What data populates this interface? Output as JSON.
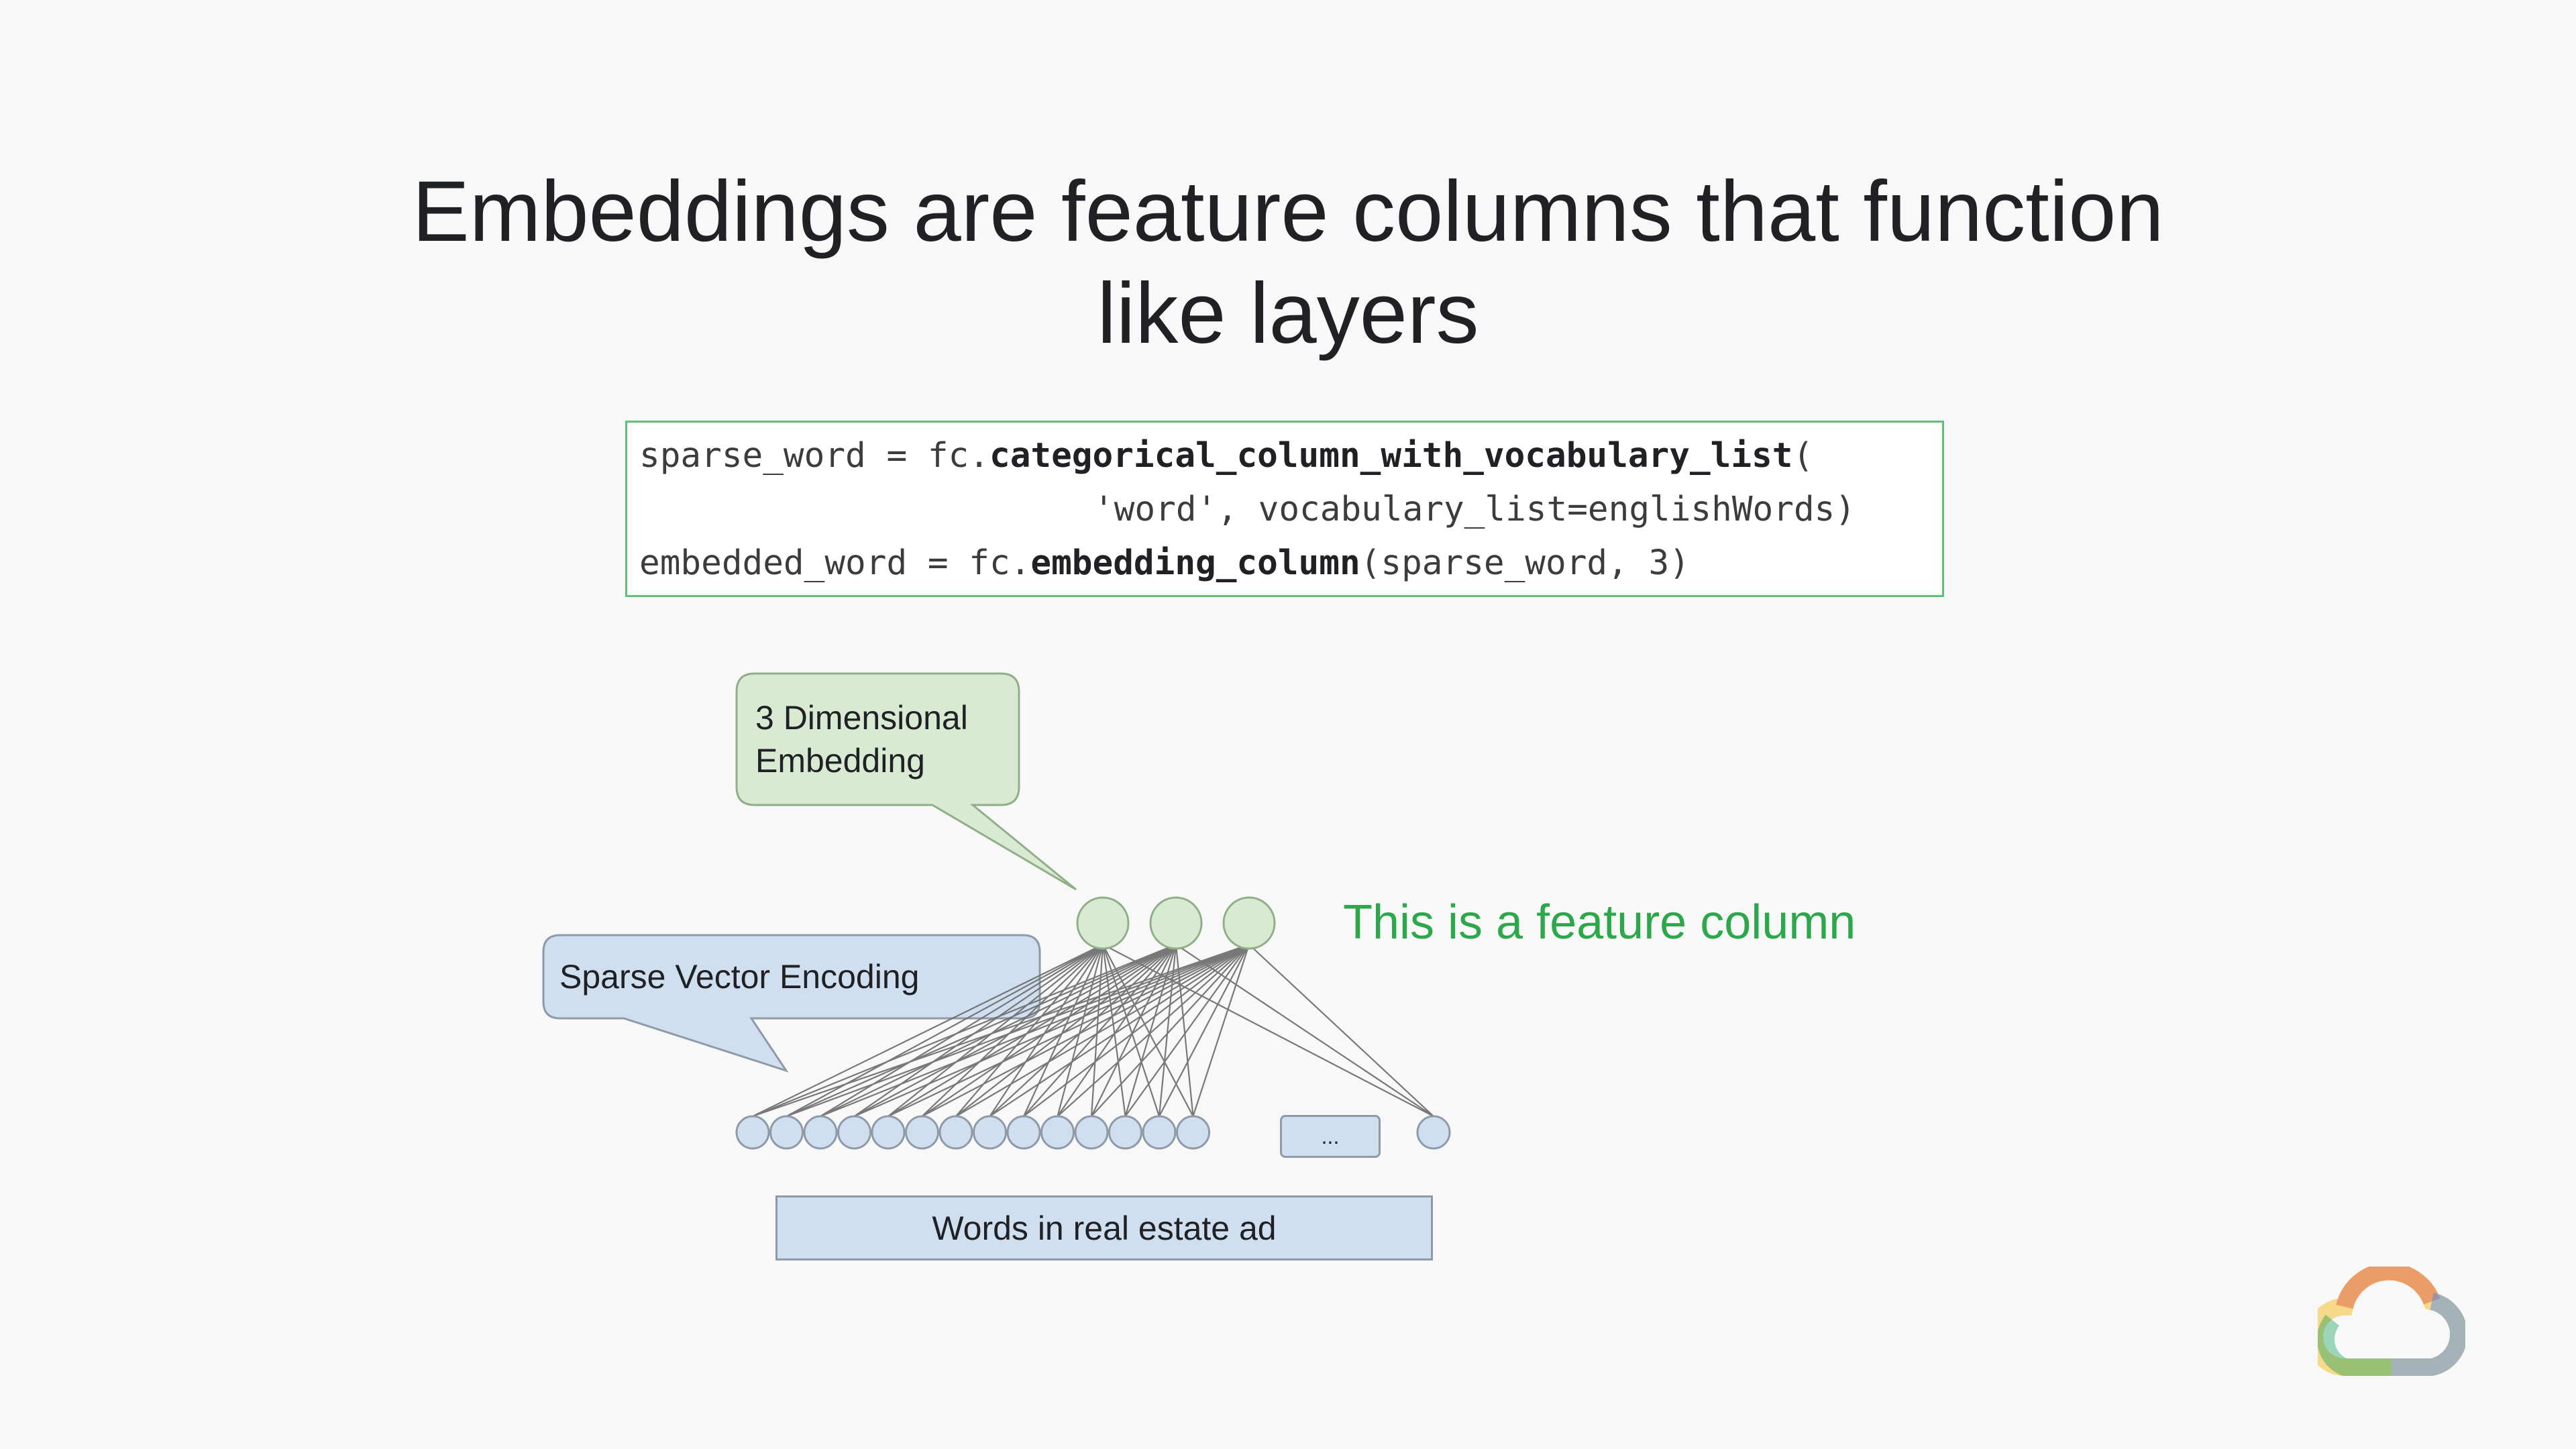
{
  "slide": {
    "title_line1": "Embeddings are feature columns that function",
    "title_line2": "like layers"
  },
  "code": {
    "line1_prefix": "sparse_word = fc.",
    "line1_func": "categorical_column_with_vocabulary_list",
    "line1_suffix": "(",
    "line2": "'word', vocabulary_list=englishWords)",
    "line3_prefix": "embedded_word = fc.",
    "line3_func": "embedding_column",
    "line3_suffix": "(sparse_word, 3)"
  },
  "diagram": {
    "embedding_callout_line1": "3 Dimensional",
    "embedding_callout_line2": "Embedding",
    "sparse_callout": "Sparse Vector Encoding",
    "feature_column_label": "This is a feature column",
    "ellipsis": "...",
    "words_label": "Words in real estate ad",
    "embedding_node_count": 3,
    "sparse_node_count": 15
  },
  "colors": {
    "embedding_fill": "#d9ead3",
    "sparse_fill": "#cfdff0",
    "accent_green": "#2ca84b",
    "code_border": "#5cc279"
  },
  "logo": {
    "icon": "google-cloud-logo-icon"
  }
}
